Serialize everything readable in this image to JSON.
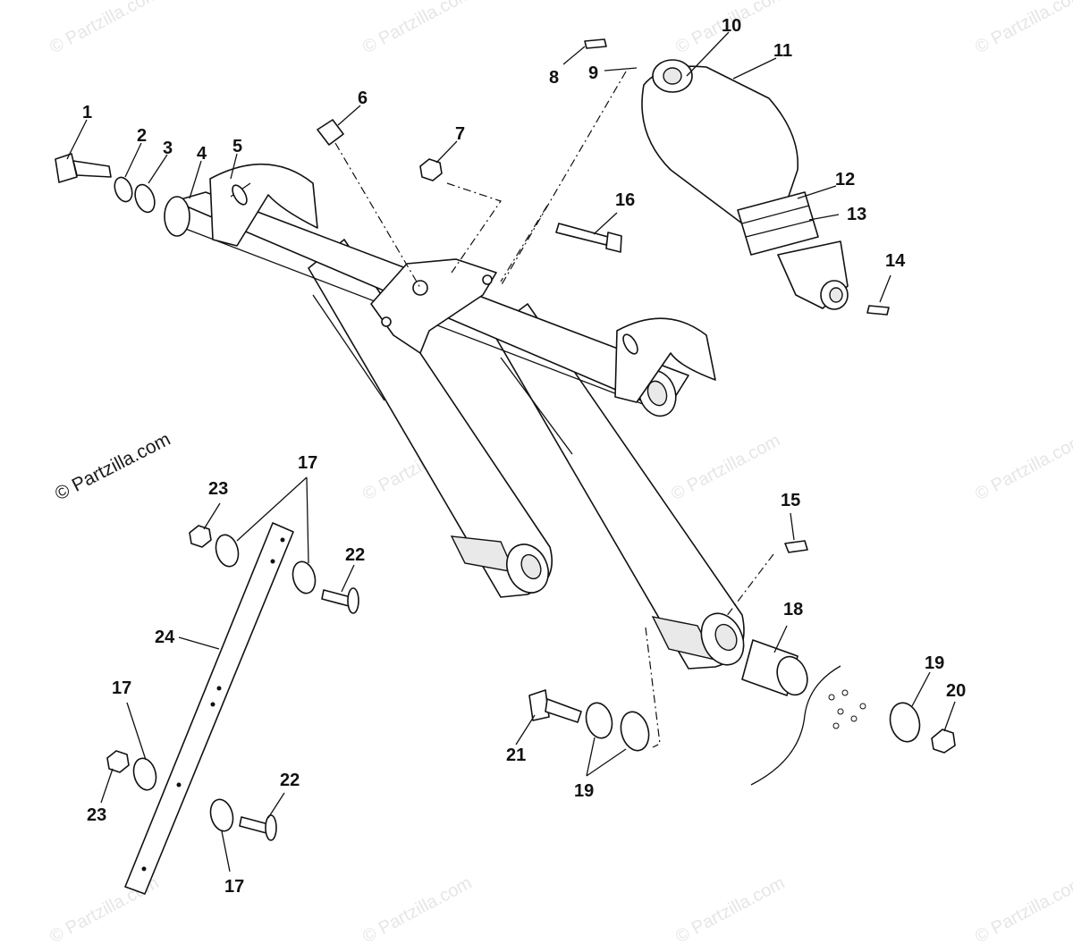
{
  "watermarks": {
    "main": "© Partzilla.com",
    "faint": "© Partzilla.com"
  },
  "callouts": {
    "c1": "1",
    "c2": "2",
    "c3": "3",
    "c4": "4",
    "c5": "5",
    "c6": "6",
    "c7": "7",
    "c8": "8",
    "c9": "9",
    "c10": "10",
    "c11": "11",
    "c12": "12",
    "c13": "13",
    "c14": "14",
    "c15": "15",
    "c16": "16",
    "c17a": "17",
    "c17b": "17",
    "c17c": "17",
    "c18": "18",
    "c19a": "19",
    "c19b": "19",
    "c20": "20",
    "c21": "21",
    "c22a": "22",
    "c22b": "22",
    "c23a": "23",
    "c23b": "23",
    "c24": "24"
  },
  "colors": {
    "ink": "#111111",
    "watermark": "#e6e6e6",
    "background": "#ffffff"
  }
}
